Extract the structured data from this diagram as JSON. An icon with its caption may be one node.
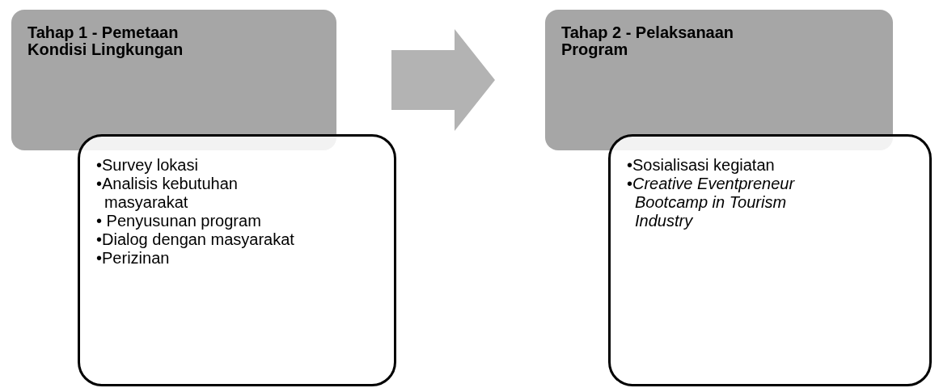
{
  "diagram": {
    "nodes": [
      {
        "text": [
          "Tahap 1 - Pemetaan Kondisi Lingkungan"
        ]
      },
      {
        "text": [
          "•Survey lokasi",
          "•Analisis kebutuhan masyarakat",
          "• Penyusunan program",
          "•Dialog dengan masyarakat",
          "•Perizinan"
        ]
      },
      {
        "text": [
          "Tahap 2 - Pelaksanaan Program"
        ]
      },
      {
        "text": [
          "•Sosialisasi kegiatan",
          "•*Creative Eventpreneur Bootcamp in Tourism Industry*"
        ]
      }
    ],
    "edges": [
      {
        "from": 0,
        "to": 2,
        "arrow": "to"
      }
    ]
  }
}
